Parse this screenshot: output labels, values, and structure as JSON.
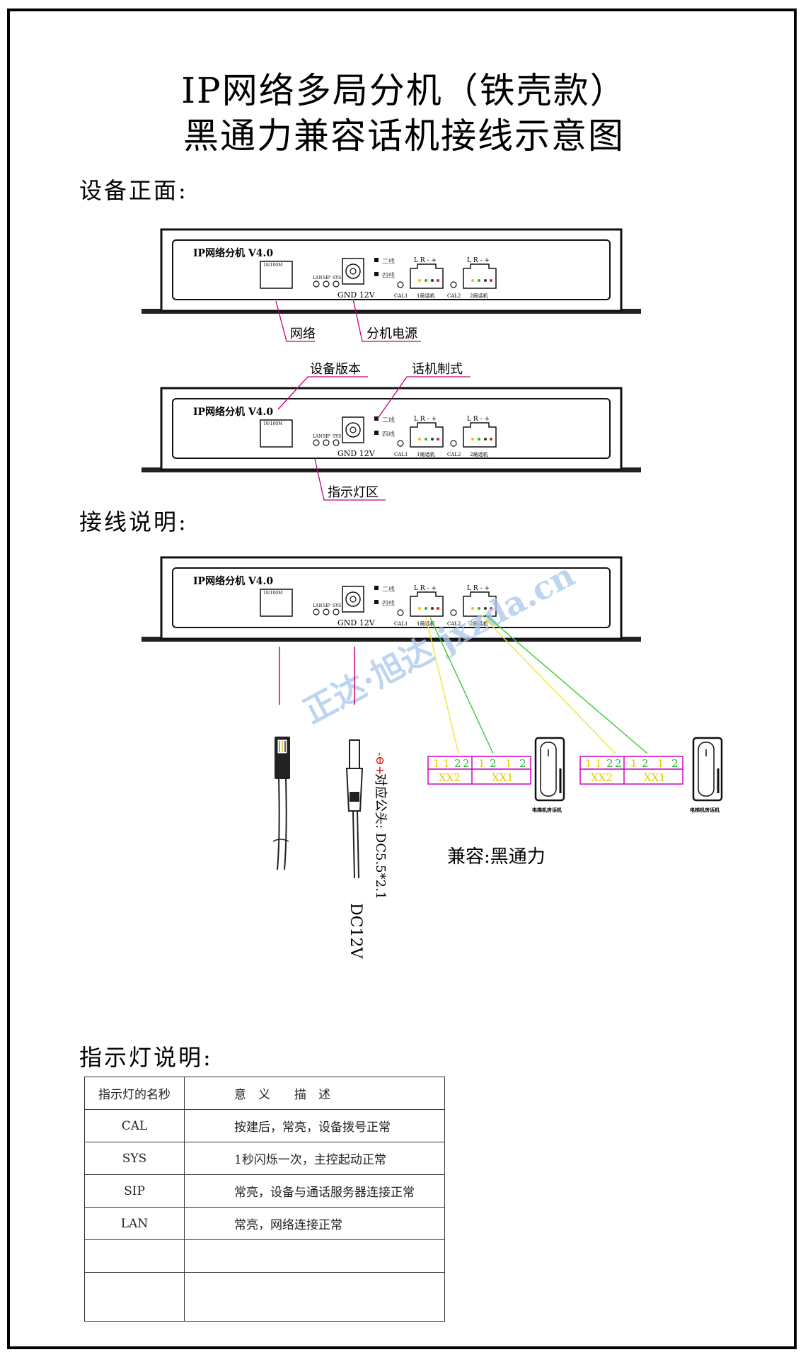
{
  "title_line1": "IP网络多局分机（铁壳款）",
  "title_line2": "黑通力兼容话机接线示意图",
  "sections": {
    "front": "设备正面:",
    "wiring": "接线说明:",
    "indicators": "指示灯说明:"
  },
  "device": {
    "model": "IP网络分机 V4.0",
    "port_speed": "10/100M",
    "led_labels": [
      "LAN",
      "SIP",
      "SYS"
    ],
    "power_label": "GND  12V",
    "mode_two_wire": "二线",
    "mode_four_wire": "四线",
    "port_pins": "L R - +",
    "cal1": "CAL1",
    "cal2": "CAL2",
    "phone1": "1局话机",
    "phone2": "2局话机"
  },
  "callouts": {
    "network": "网络",
    "power": "分机电源",
    "version": "设备版本",
    "phone_mode": "话机制式",
    "indicator_area": "指示灯区"
  },
  "wiring": {
    "power_plug": "对应公头: DC5.5*2.1",
    "power_voltage": "DC12V",
    "polarity": "-⊖+",
    "terminal_nums_a": [
      "1",
      "1",
      "2",
      "2"
    ],
    "terminal_nums_b": [
      "1",
      "2",
      "1",
      "2"
    ],
    "terminal_xx2": "XX2",
    "terminal_xx1": "XX1",
    "handset_label": "电梯机房话机",
    "compat": "兼容:黑通力",
    "watermark": "正达·旭达 jxzda.cn"
  },
  "indicator_table": {
    "header": [
      "指示灯的名秒",
      "意　义　　描　述"
    ],
    "rows": [
      [
        "CAL",
        "按建后，常亮，设备拨号正常"
      ],
      [
        "SYS",
        "1秒闪烁一次，主控起动正常"
      ],
      [
        "SIP",
        "常亮，设备与通话服务器连接正常"
      ],
      [
        "LAN",
        "常亮，网络连接正常"
      ],
      [
        "",
        ""
      ],
      [
        "",
        ""
      ]
    ]
  },
  "colors": {
    "callout_line": "#c0007a",
    "wire_yellow": "#f2e33a",
    "wire_green": "#3cc83c",
    "terminal_border": "#d400c8",
    "watermark": "#a9c7ec"
  }
}
